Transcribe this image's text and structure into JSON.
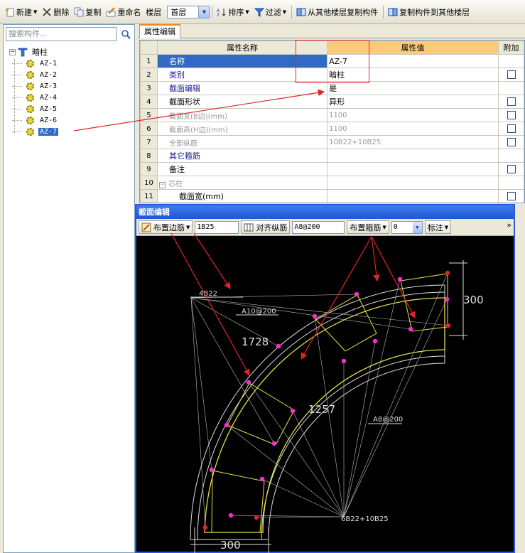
{
  "toolbar": {
    "new": "新建",
    "delete": "删除",
    "copy": "复制",
    "rename": "重命名",
    "floor_label": "楼层",
    "floor_value": "首层",
    "sort": "排序",
    "filter": "过滤",
    "copy_from_other_floor": "从其他楼层复制构件",
    "copy_to_other_floor": "复制构件到其他楼层"
  },
  "sidebar": {
    "search_placeholder": "搜索构件...",
    "root_label": "暗柱",
    "items": [
      "AZ-1",
      "AZ-2",
      "AZ-3",
      "AZ-4",
      "AZ-5",
      "AZ-6",
      "AZ-7"
    ],
    "selected": "AZ-7"
  },
  "properties": {
    "tab": "属性编辑",
    "col_name": "属性名称",
    "col_value": "属性值",
    "col_extra": "附加",
    "rows": [
      {
        "num": "1",
        "name": "名称",
        "value": "AZ-7"
      },
      {
        "num": "2",
        "name": "类别",
        "value": "暗柱"
      },
      {
        "num": "3",
        "name": "截面编辑",
        "value": "是"
      },
      {
        "num": "4",
        "name": "截面形状",
        "value": "异形"
      },
      {
        "num": "5",
        "name": "截面宽(B边)(mm)",
        "value": "1100"
      },
      {
        "num": "6",
        "name": "截面高(H边)(mm)",
        "value": "1100"
      },
      {
        "num": "7",
        "name": "全部纵筋",
        "value": "10B22+10B25"
      },
      {
        "num": "8",
        "name": "其它箍筋",
        "value": ""
      },
      {
        "num": "9",
        "name": "备注",
        "value": ""
      },
      {
        "num": "10",
        "name": "芯柱",
        "value": ""
      },
      {
        "num": "11",
        "name": "截面宽(mm)",
        "value": ""
      }
    ]
  },
  "section_editor": {
    "title": "截面编辑",
    "place_side_bar": "布置边筋",
    "side_bar_value": "1B25",
    "align_long_bar": "对齐纵筋",
    "long_bar_value": "A8@200",
    "place_stirrup": "布置箍筋",
    "stirrup_value": "0",
    "annotate": "标注",
    "drawing": {
      "label_4b22": "4B22",
      "label_a10": "A10@200",
      "label_1728": "1728",
      "label_1257": "1257",
      "label_a8": "A8@200",
      "label_total": "6B22+10B25",
      "dim_top": "300",
      "dim_bottom": "300"
    }
  },
  "colors": {
    "accent_orange": "#fccb7a",
    "selection_blue": "#316ac5",
    "annotation_red": "#e0242a",
    "stirrup_yellow": "#e8e043",
    "rebar_magenta": "#ff2bd6"
  }
}
